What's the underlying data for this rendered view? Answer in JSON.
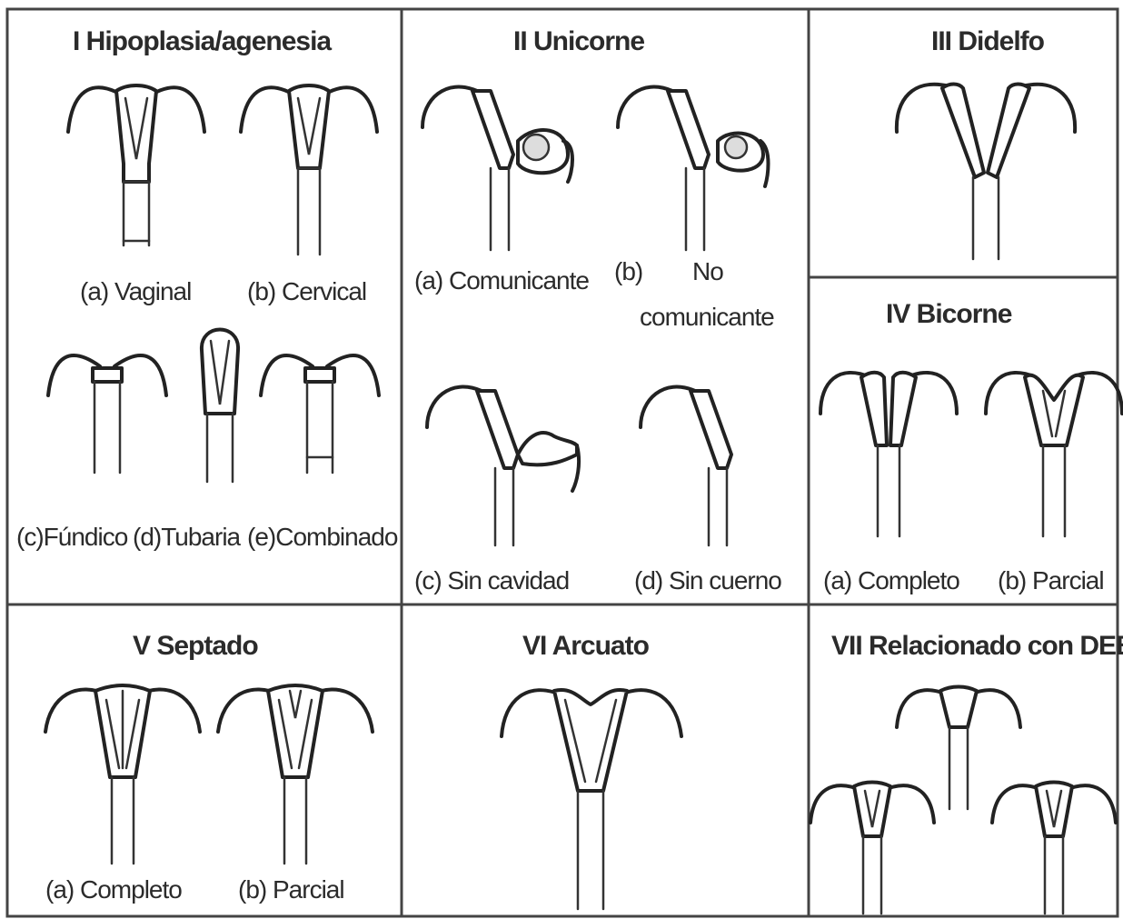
{
  "panels": [
    {
      "id": "I",
      "title": "I Hipoplasia/agenesia",
      "captions": [
        "(a) Vaginal",
        "(b) Cervical",
        "(c)Fúndico",
        "(d)Tubaria",
        "(e)Combinado"
      ]
    },
    {
      "id": "II",
      "title": "II Unicorne",
      "captions": [
        "(a) Comunicante",
        "(b)",
        "No",
        "comunicante",
        "(c) Sin cavidad",
        "(d) Sin cuerno"
      ]
    },
    {
      "id": "III",
      "title": "III Didelfo",
      "captions": []
    },
    {
      "id": "IV",
      "title": "IV Bicorne",
      "captions": [
        "(a) Completo",
        "(b) Parcial"
      ]
    },
    {
      "id": "V",
      "title": "V Septado",
      "captions": [
        "(a) Completo",
        "(b) Parcial"
      ]
    },
    {
      "id": "VI",
      "title": "VI Arcuato",
      "captions": []
    },
    {
      "id": "VII",
      "title": "VII Relacionado con DEB",
      "captions": []
    }
  ],
  "colors": {
    "line": "#222222",
    "frame": "#444444",
    "background": "#ffffff"
  }
}
